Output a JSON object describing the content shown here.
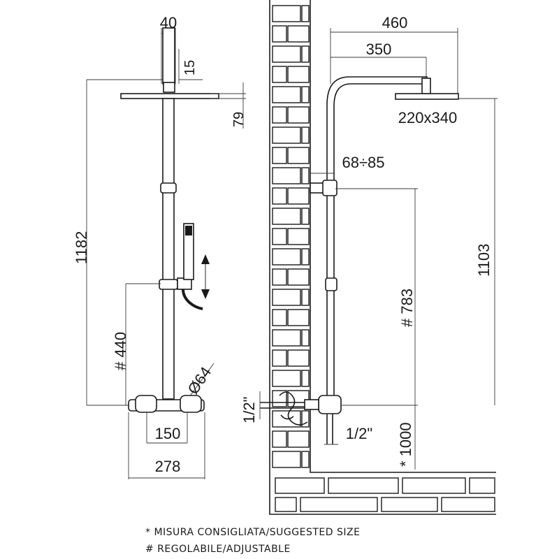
{
  "front_view": {
    "dim_top_width": "40",
    "dim_head_offset": "15",
    "dim_head_height": "79",
    "dim_total_height": "1182",
    "dim_slider_height": "# 440",
    "dim_diameter": "Ø64",
    "dim_inlet_spacing": "150",
    "dim_base_width": "278"
  },
  "side_view": {
    "dim_overall_projection": "460",
    "dim_arm_length": "350",
    "dim_head_size": "220x340",
    "dim_wall_offset": "68÷85",
    "dim_head_height": "1103",
    "dim_adjustable_height": "# 783",
    "dim_inlet_left": "1/2\"",
    "dim_inlet_bottom": "1/2\"",
    "dim_suggested_height": "* 1000"
  },
  "notes": [
    "* MISURA CONSIGLIATA/SUGGESTED SIZE",
    "# REGOLABILE/ADJUSTABLE"
  ]
}
